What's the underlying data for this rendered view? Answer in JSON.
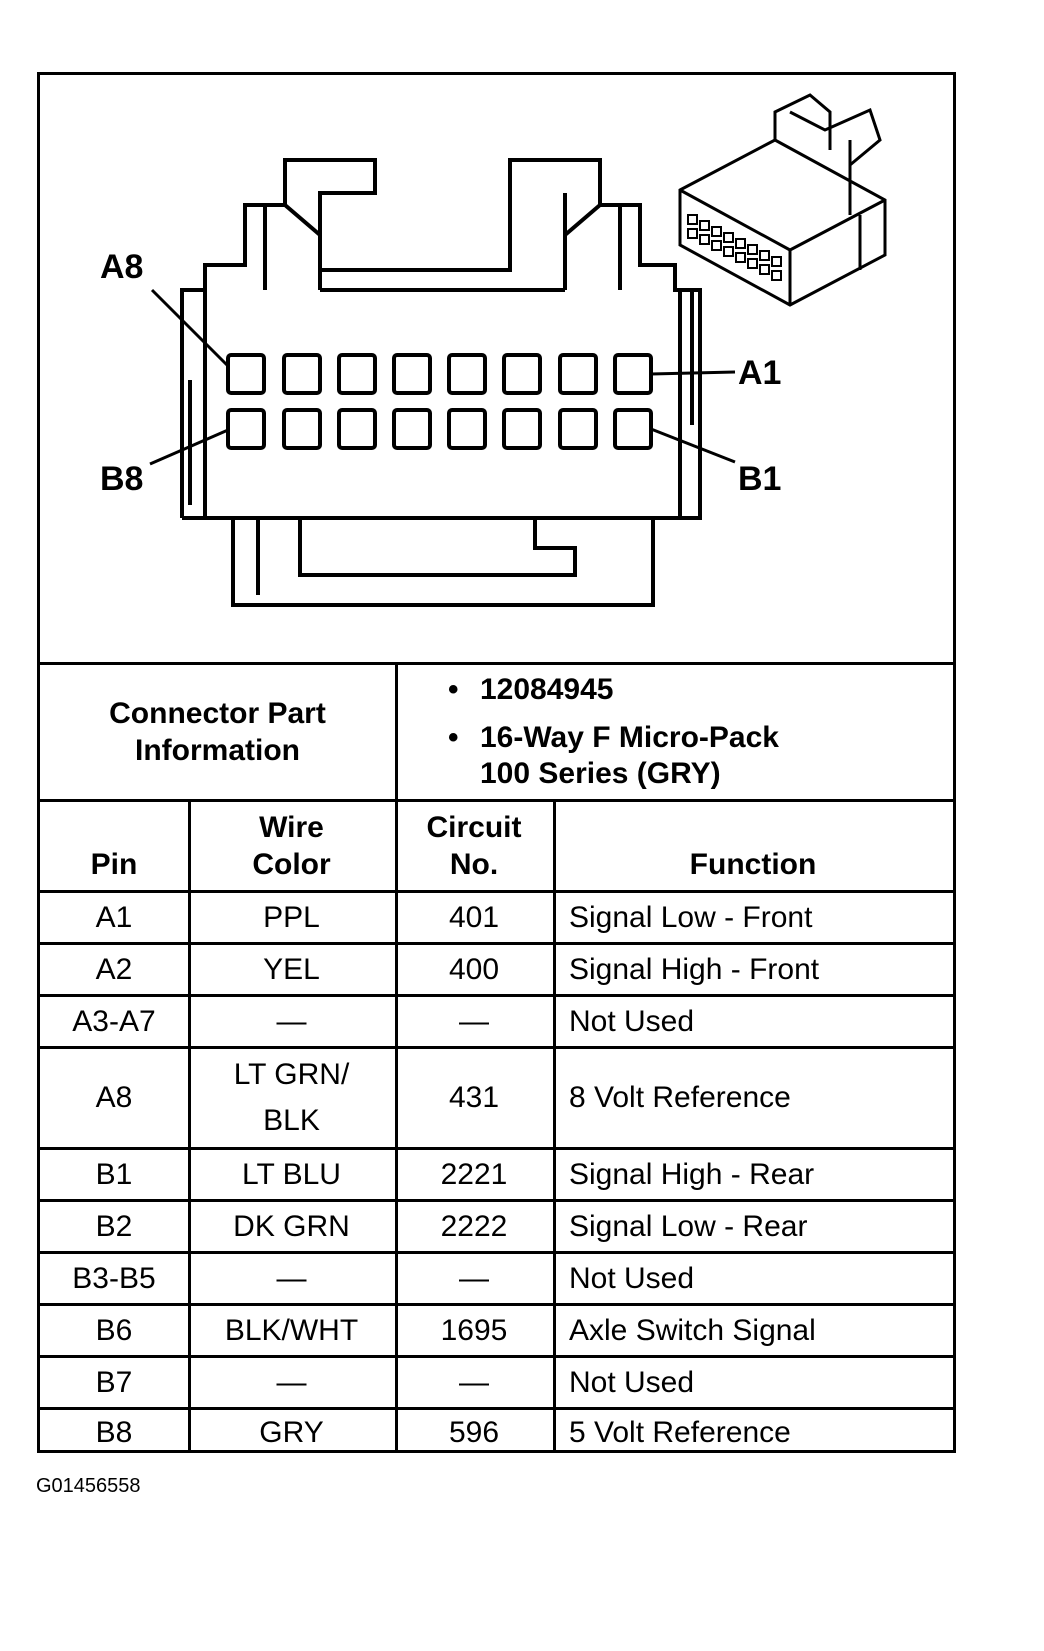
{
  "pin_labels": {
    "a8": "A8",
    "a1": "A1",
    "b8": "B8",
    "b1": "B1"
  },
  "part_info": {
    "label_line1": "Connector Part",
    "label_line2": "Information",
    "bullet1": "12084945",
    "bullet2_line1": "16-Way F Micro-Pack",
    "bullet2_line2": "100 Series (GRY)",
    "bullet_char": "•"
  },
  "table": {
    "headers": {
      "pin": "Pin",
      "wire_line1": "Wire",
      "wire_line2": "Color",
      "circuit_line1": "Circuit",
      "circuit_line2": "No.",
      "function": "Function"
    },
    "rows": [
      {
        "pin": "A1",
        "wire": "PPL",
        "circuit": "401",
        "function": "Signal Low - Front"
      },
      {
        "pin": "A2",
        "wire": "YEL",
        "circuit": "400",
        "function": "Signal High - Front"
      },
      {
        "pin": "A3-A7",
        "wire": "—",
        "circuit": "—",
        "function": "Not Used"
      },
      {
        "pin": "A8",
        "wire_line1": "LT GRN/",
        "wire_line2": "BLK",
        "circuit": "431",
        "function": "8 Volt Reference"
      },
      {
        "pin": "B1",
        "wire": "LT BLU",
        "circuit": "2221",
        "function": "Signal High - Rear"
      },
      {
        "pin": "B2",
        "wire": "DK GRN",
        "circuit": "2222",
        "function": "Signal Low - Rear"
      },
      {
        "pin": "B3-B5",
        "wire": "—",
        "circuit": "—",
        "function": "Not Used"
      },
      {
        "pin": "B6",
        "wire": "BLK/WHT",
        "circuit": "1695",
        "function": "Axle Switch Signal"
      },
      {
        "pin": "B7",
        "wire": "—",
        "circuit": "—",
        "function": "Not Used"
      },
      {
        "pin": "B8",
        "wire": "GRY",
        "circuit": "596",
        "function": "5 Volt Reference"
      }
    ]
  },
  "figure_id": "G01456558"
}
